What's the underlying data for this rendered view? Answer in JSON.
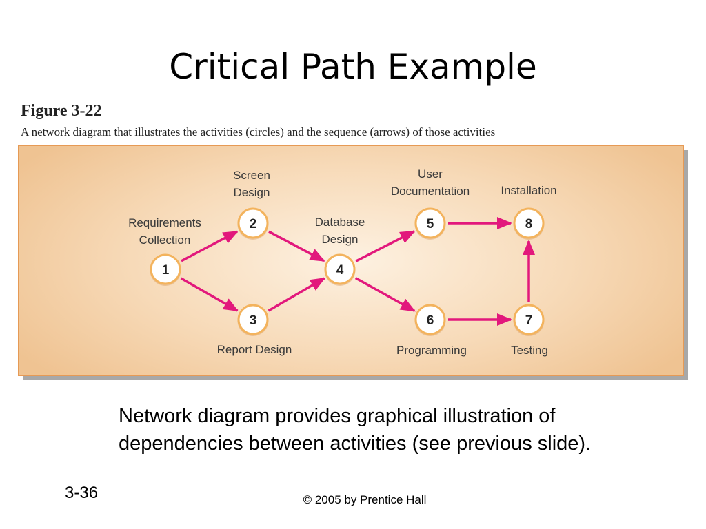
{
  "slide": {
    "title": "Critical Path Example",
    "figure_label": "Figure 3-22",
    "figure_caption": "A network diagram that illustrates the activities (circles) and the sequence (arrows) of those activities",
    "summary": "Network diagram provides graphical illustration of dependencies between activities (see previous slide).",
    "slide_number": "3-36",
    "copyright": "© 2005 by Prentice Hall"
  },
  "diagram": {
    "colors": {
      "arrow": "#e2187c",
      "node_fill": "#ffffff",
      "node_ring": "#f3b35d",
      "panel_edge": "#e69a55"
    },
    "nodes": [
      {
        "id": "1",
        "label": [
          "Requirements",
          "Collection"
        ]
      },
      {
        "id": "2",
        "label": [
          "Screen",
          "Design"
        ]
      },
      {
        "id": "3",
        "label": [
          "Report Design"
        ]
      },
      {
        "id": "4",
        "label": [
          "Database",
          "Design"
        ]
      },
      {
        "id": "5",
        "label": [
          "User",
          "Documentation"
        ]
      },
      {
        "id": "6",
        "label": [
          "Programming"
        ]
      },
      {
        "id": "7",
        "label": [
          "Testing"
        ]
      },
      {
        "id": "8",
        "label": [
          "Installation"
        ]
      }
    ],
    "edges": [
      {
        "from": "1",
        "to": "2"
      },
      {
        "from": "1",
        "to": "3"
      },
      {
        "from": "2",
        "to": "4"
      },
      {
        "from": "3",
        "to": "4"
      },
      {
        "from": "4",
        "to": "5"
      },
      {
        "from": "4",
        "to": "6"
      },
      {
        "from": "5",
        "to": "8"
      },
      {
        "from": "6",
        "to": "7"
      },
      {
        "from": "7",
        "to": "8"
      }
    ]
  }
}
